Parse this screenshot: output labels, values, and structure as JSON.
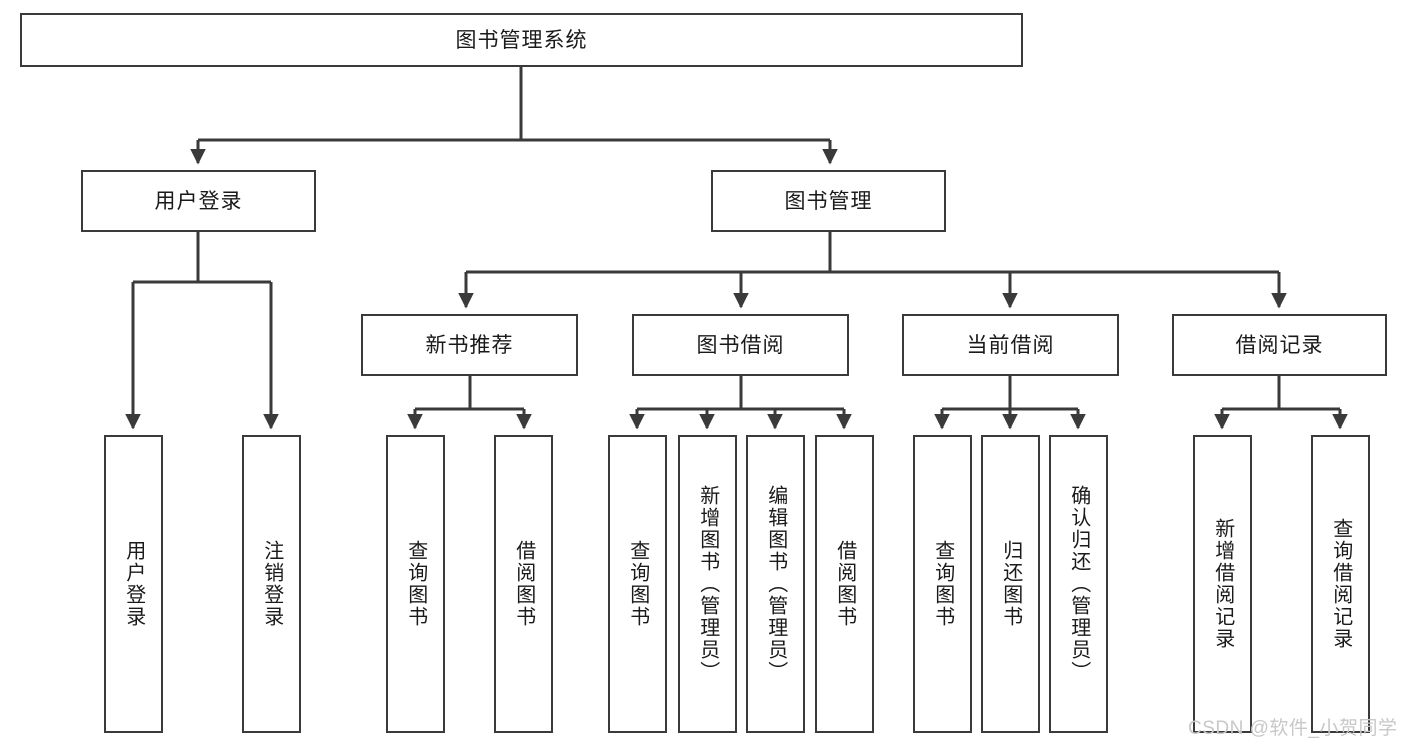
{
  "diagram": {
    "type": "tree",
    "title": "图书管理系统",
    "root": {
      "label": "图书管理系统"
    },
    "level2": [
      {
        "label": "用户登录"
      },
      {
        "label": "图书管理"
      }
    ],
    "level3": [
      {
        "label": "新书推荐"
      },
      {
        "label": "图书借阅"
      },
      {
        "label": "当前借阅"
      },
      {
        "label": "借阅记录"
      }
    ],
    "leaves": [
      {
        "label": "用户登录"
      },
      {
        "label": "注销登录"
      },
      {
        "label": "查询图书"
      },
      {
        "label": "借阅图书"
      },
      {
        "label": "查询图书"
      },
      {
        "label": "新增图书（管理员）"
      },
      {
        "label": "编辑图书（管理员）"
      },
      {
        "label": "借阅图书"
      },
      {
        "label": "查询图书"
      },
      {
        "label": "归还图书"
      },
      {
        "label": "确认归还（管理员）"
      },
      {
        "label": "新增借阅记录"
      },
      {
        "label": "查询借阅记录"
      }
    ],
    "colors": {
      "stroke": "#3a3a3a",
      "fill": "#ffffff",
      "text": "#1a1a1a",
      "watermark": "#c8c8c8"
    }
  },
  "watermark": {
    "text": "CSDN @软件_小贺同学"
  }
}
